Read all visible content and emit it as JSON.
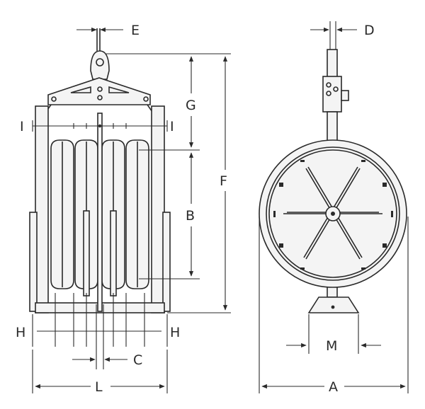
{
  "dimension_labels": {
    "A": "A",
    "B": "B",
    "C": "C",
    "D": "D",
    "E": "E",
    "F": "F",
    "G": "G",
    "H_left": "H",
    "H_right": "H",
    "I_left": "I",
    "I_right": "I",
    "L": "L",
    "M": "M"
  }
}
